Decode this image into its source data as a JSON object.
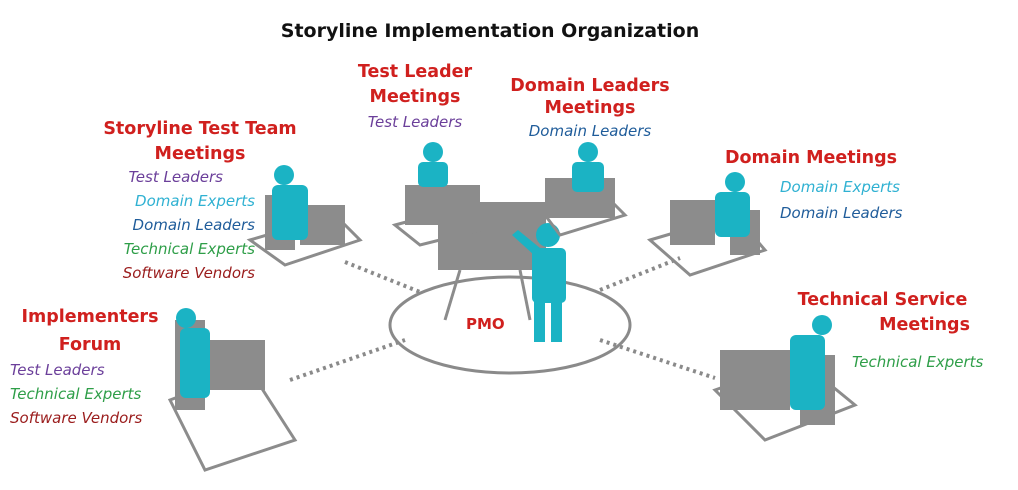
{
  "title": "Storyline Implementation Organization",
  "center": {
    "label": "PMO"
  },
  "groups": [
    {
      "name": "Test Leader Meetings",
      "line1": "Test Leader",
      "line2": "Meetings",
      "roles": [
        "Test Leaders"
      ]
    },
    {
      "name": "Domain Leaders Meetings",
      "line1": "Domain Leaders",
      "line2": "Meetings",
      "roles": [
        "Domain Leaders"
      ]
    },
    {
      "name": "Storyline Test Team Meetings",
      "line1": "Storyline Test Team",
      "line2": "Meetings",
      "roles": [
        "Test Leaders",
        "Domain Experts",
        "Domain Leaders",
        "Technical Experts",
        "Software Vendors"
      ]
    },
    {
      "name": "Domain Meetings",
      "line1": "Domain Meetings",
      "roles": [
        "Domain Experts",
        "Domain Leaders"
      ]
    },
    {
      "name": "Implementers Forum",
      "line1": "Implementers",
      "line2": "Forum",
      "roles": [
        "Test Leaders",
        "Technical Experts",
        "Software Vendors"
      ]
    },
    {
      "name": "Technical Service Meetings",
      "line1": "Technical Service",
      "line2": "Meetings",
      "roles": [
        "Technical Experts"
      ]
    }
  ],
  "colors": {
    "heading": "#d0201e",
    "figure": "#1bb3c4",
    "furniture": "#8c8c8c"
  }
}
